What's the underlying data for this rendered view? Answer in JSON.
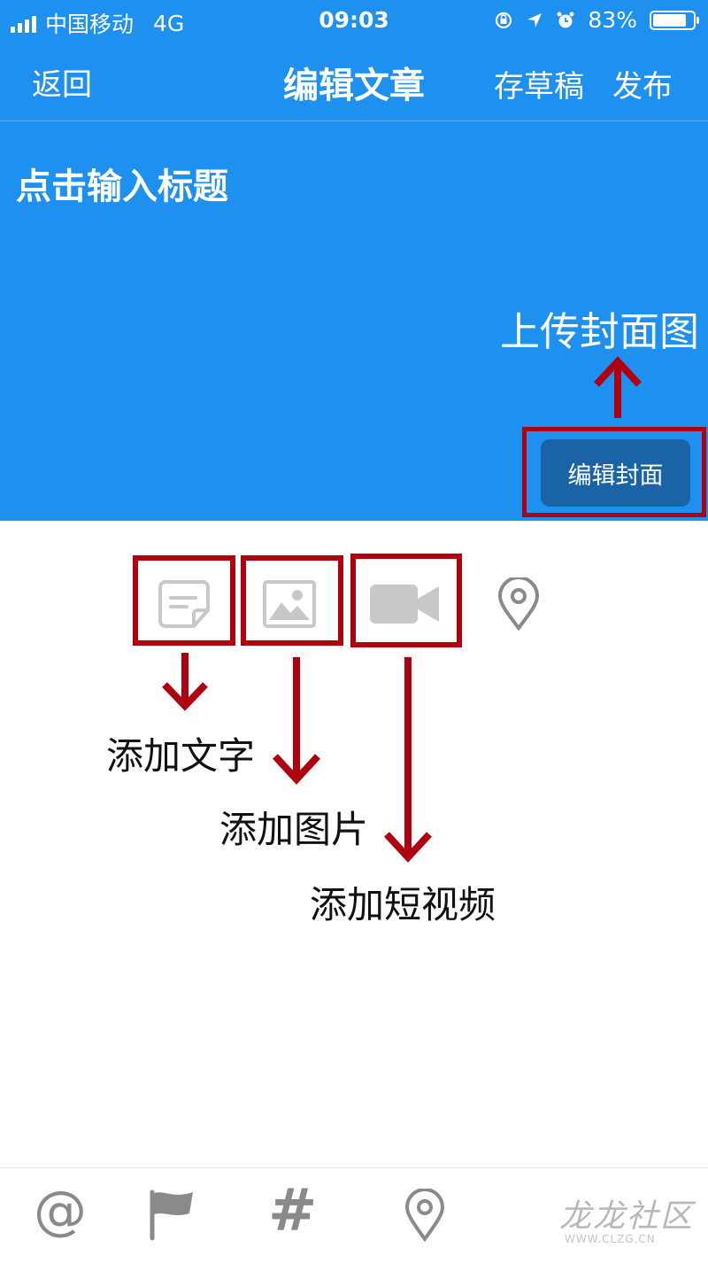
{
  "status_bar": {
    "carrier": "中国移动",
    "network": "4G",
    "time": "09:03",
    "battery": "83%",
    "battery_level": 0.83
  },
  "nav": {
    "back": "返回",
    "title": "编辑文章",
    "save_draft": "存草稿",
    "publish": "发布"
  },
  "editor": {
    "title_placeholder": "点击输入标题",
    "edit_cover": "编辑封面"
  },
  "toolbar": {
    "icons": [
      "text-icon",
      "image-icon",
      "video-icon",
      "location-icon"
    ]
  },
  "annotations": {
    "upload_cover": "上传封面图",
    "add_text": "添加文字",
    "add_image": "添加图片",
    "add_video": "添加短视频",
    "color": "#b0000f"
  },
  "bottom_bar": {
    "mention": "@",
    "hashtag": "#",
    "icons": [
      "at-icon",
      "flag-icon",
      "hashtag-icon",
      "location-icon"
    ]
  },
  "watermark": {
    "text": "龙龙社区",
    "sub": "WWW.CLZG.CN"
  },
  "colors": {
    "primary": "#1e90f0",
    "cover_button": "#1a63a6",
    "icon_gray": "#c8c8c8"
  }
}
